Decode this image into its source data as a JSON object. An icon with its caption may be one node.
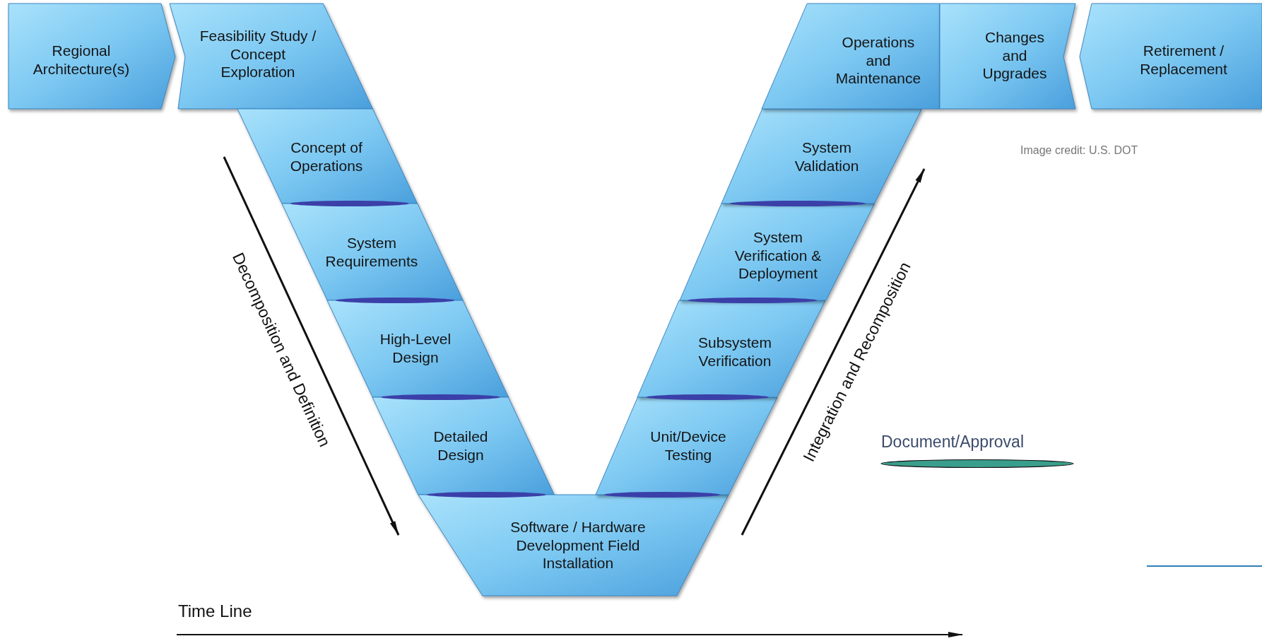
{
  "diagram": {
    "nodes": [
      {
        "text": [
          "Regional Architecture(s)"
        ]
      },
      {
        "text": [
          "Feasibility Study / Concept Exploration"
        ]
      },
      {
        "text": [
          "Concept of Operations"
        ]
      },
      {
        "text": [
          "System Requirements"
        ]
      },
      {
        "text": [
          "High-Level Design"
        ]
      },
      {
        "text": [
          "Detailed Design"
        ]
      },
      {
        "text": [
          "Software / Hardware Development Field Installation"
        ]
      },
      {
        "text": [
          "Unit/Device Testing"
        ]
      },
      {
        "text": [
          "Subsystem Verification"
        ]
      },
      {
        "text": [
          "System Verification & Deployment"
        ]
      },
      {
        "text": [
          "System Validation"
        ]
      },
      {
        "text": [
          "Operations and Maintenance"
        ]
      },
      {
        "text": [
          "Changes and Upgrades"
        ]
      },
      {
        "text": [
          "Retirement / Replacement"
        ]
      }
    ],
    "labels": [
      "Decomposition and Definition",
      "Integration and Recomposition",
      "Time Line",
      "Image credit: U.S. DOT"
    ],
    "legend": [
      {
        "text": "Document/Approval",
        "color": "#3a9e8c"
      }
    ]
  }
}
